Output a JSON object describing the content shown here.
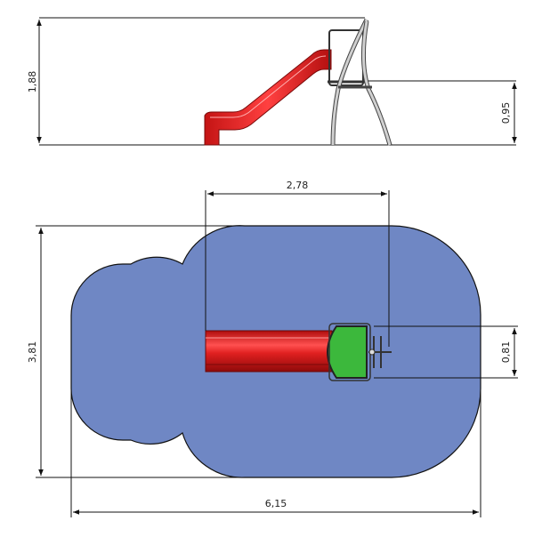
{
  "side_view": {
    "dims": {
      "total_height": "1,88",
      "platform_height": "0,95"
    }
  },
  "plan_view": {
    "dims": {
      "slide_length": "2,78",
      "width": "3,81",
      "platform_width": "0,81",
      "length": "6,15"
    }
  },
  "colors": {
    "slide_red": "#e02020",
    "slide_red_dark": "#b00d0d",
    "platform_green": "#3cb83c",
    "safety_zone": "#6f87c4",
    "frame_grey": "#c8c8c8"
  }
}
